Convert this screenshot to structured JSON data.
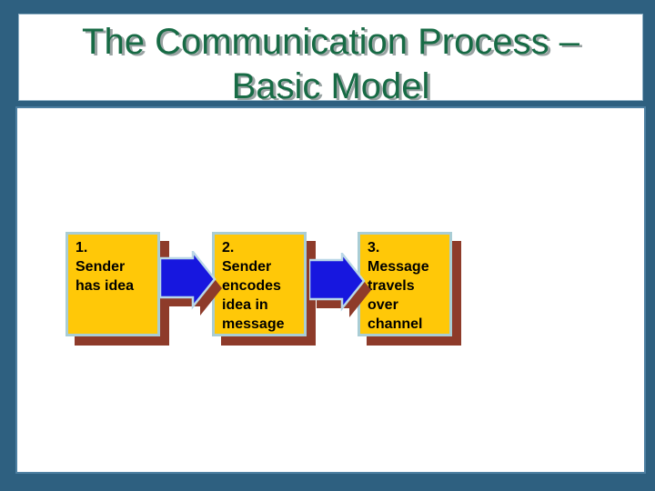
{
  "title": {
    "line1": "The Communication Process –",
    "line2": "Basic Model",
    "color": "#176B45"
  },
  "theme": {
    "background": "#2E6080",
    "panel_fill": "#FFFFFF",
    "panel_border": "#4E80A2",
    "step_box_fill": "#FFC808",
    "step_box_border": "#A9CDD5",
    "drop_shadow": "#8E3B2A",
    "arrow_fill": "#1717DF",
    "arrow_outline": "#BAD7E7",
    "step_text_color": "#000000"
  },
  "diagram": {
    "steps": [
      {
        "lines": [
          "1.",
          "Sender",
          "has idea"
        ]
      },
      {
        "lines": [
          "2.",
          "Sender",
          "encodes",
          "idea in",
          "message"
        ]
      },
      {
        "lines": [
          "3.",
          "Message",
          "travels",
          "over",
          "channel"
        ]
      }
    ]
  }
}
